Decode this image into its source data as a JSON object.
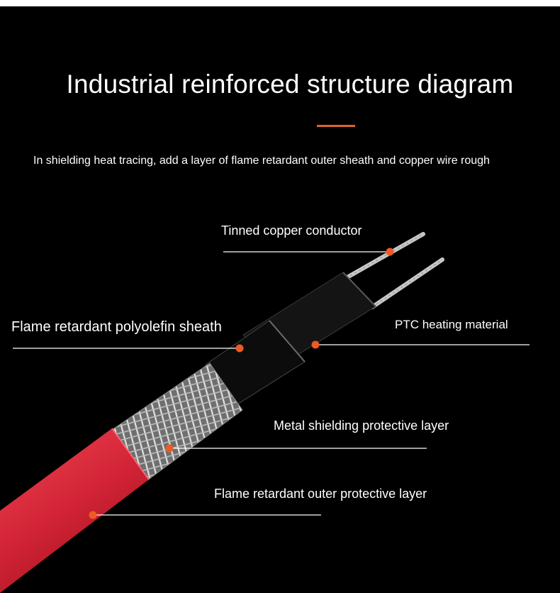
{
  "header": {
    "title": "Industrial reinforced structure diagram",
    "subtitle": "In shielding heat tracing, add a layer of flame retardant outer sheath and copper wire rough"
  },
  "colors": {
    "background": "#000000",
    "accent": "#e0642c",
    "outer_layer": "#d8283a",
    "marker": "#ec5b24",
    "leader_line": "#ffffff"
  },
  "callouts": [
    {
      "id": "conductor",
      "label": "Tinned copper conductor"
    },
    {
      "id": "sheath",
      "label": "Flame retardant polyolefin sheath"
    },
    {
      "id": "ptc",
      "label": "PTC heating material"
    },
    {
      "id": "metal",
      "label": "Metal shielding protective layer"
    },
    {
      "id": "outer",
      "label": "Flame retardant outer protective layer"
    }
  ]
}
